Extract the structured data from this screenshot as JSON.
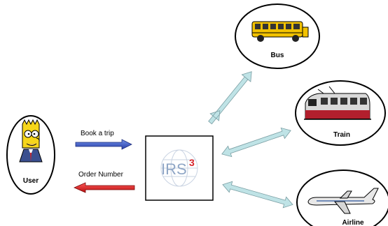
{
  "nodes": {
    "user": {
      "label": "User",
      "icon": "cartoon-character-icon"
    },
    "irs": {
      "label": "IRS",
      "superscript": "3",
      "icon": "globe-logo-icon"
    },
    "bus": {
      "label": "Bus",
      "icon": "school-bus-icon"
    },
    "train": {
      "label": "Train",
      "icon": "train-icon"
    },
    "airline": {
      "label": "Airline",
      "icon": "airplane-icon"
    }
  },
  "edges": {
    "book_trip": {
      "label": "Book a trip",
      "color": "#3355cc"
    },
    "order_number": {
      "label": "Order Number",
      "color": "#dd2222"
    }
  },
  "colors": {
    "double_arrow_fill": "#bfe3e6",
    "double_arrow_stroke": "#7a9ea3",
    "irs_text": "#8fa6c6",
    "irs_super": "#d8232a"
  }
}
